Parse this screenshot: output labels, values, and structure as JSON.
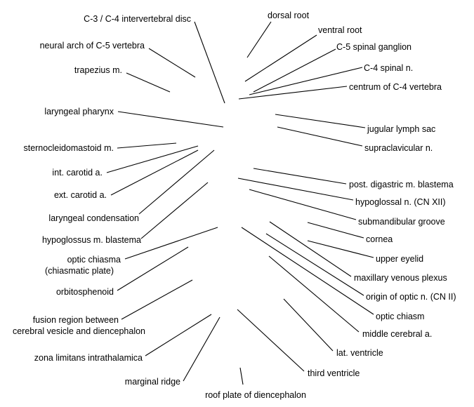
{
  "figure": {
    "labels": {
      "c3_c4_disc": "C-3 / C-4 intervertebral disc",
      "neural_arch_c5": "neural arch of C-5 vertebra",
      "trapezius": "trapezius m.",
      "laryngeal_pharynx": "laryngeal pharynx",
      "sternocleidomastoid": "sternocleidomastoid m.",
      "int_carotid": "int. carotid a.",
      "ext_carotid": "ext. carotid a.",
      "laryngeal_condensation": "laryngeal condensation",
      "hypoglossus_blastema": "hypoglossus m. blastema",
      "optic_chiasma_line1": "optic chiasma",
      "optic_chiasma_line2": "(chiasmatic plate)",
      "orbitosphenoid": "orbitosphenoid",
      "fusion_region_line1": "fusion region between",
      "fusion_region_line2": "cerebral vesicle and diencephalon",
      "zona_limitans": "zona limitans intrathalamica",
      "marginal_ridge": "marginal ridge",
      "roof_plate": "roof plate of diencephalon",
      "dorsal_root": "dorsal root",
      "ventral_root": "ventral root",
      "c5_spinal_ganglion": "C-5 spinal ganglion",
      "c4_spinal_n": "C-4 spinal n.",
      "centrum_c4": "centrum of C-4 vertebra",
      "jugular_lymph_sac": "jugular lymph sac",
      "supraclavicular_n": "supraclavicular n.",
      "post_digastric_blastema": "post. digastric m. blastema",
      "hypoglossal_n": "hypoglossal n. (CN XII)",
      "submandibular_groove": "submandibular groove",
      "cornea": "cornea",
      "upper_eyelid": "upper eyelid",
      "maxillary_venous_plexus": "maxillary venous plexus",
      "origin_optic_n": "origin of optic n. (CN II)",
      "optic_chiasm": "optic chiasm",
      "middle_cerebral_a": "middle cerebral a.",
      "lat_ventricle": "lat. ventricle",
      "third_ventricle": "third ventricle"
    }
  }
}
